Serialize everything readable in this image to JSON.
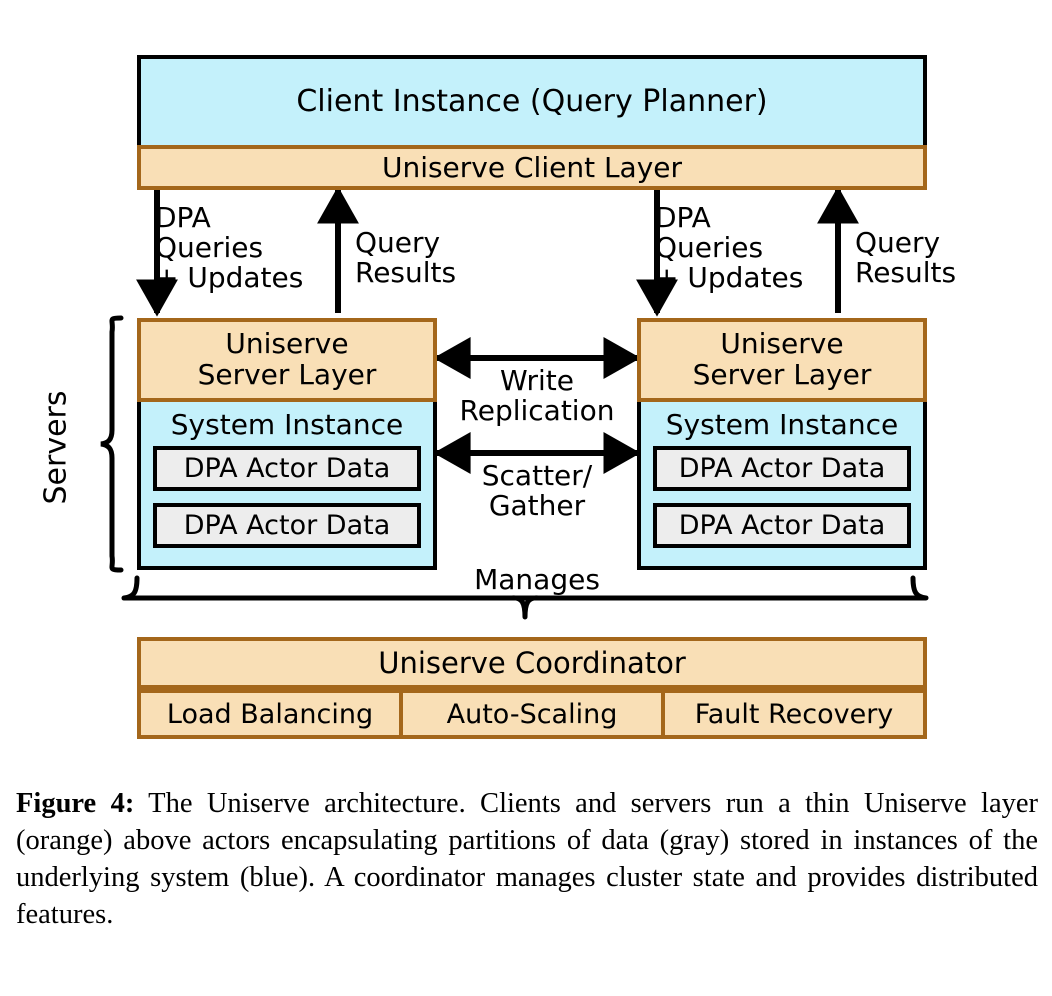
{
  "figure": {
    "caption_label": "Figure 4:",
    "caption_text": " The Uniserve architecture. Clients and servers run a thin Uniserve layer (orange) above actors encapsulating partitions of data (gray) stored in instances of the underlying system (blue). A coordinator manages cluster state and provides distributed features."
  },
  "colors": {
    "blue_fill": "#c4f1fb",
    "orange_fill": "#f9dfb6",
    "orange_border": "#a4671b",
    "gray_fill": "#ededed",
    "black": "#000000"
  },
  "client": {
    "instance_label": "Client Instance (Query Planner)",
    "layer_label": "Uniserve Client Layer"
  },
  "flows": {
    "left": {
      "down_label": "DPA\nQueries\n+ Updates",
      "up_label": "Query\nResults"
    },
    "right": {
      "down_label": "DPA\nQueries\n+ Updates",
      "up_label": "Query\nResults"
    },
    "between_servers": {
      "top_label": "Write\nReplication",
      "bottom_label": "Scatter/\nGather"
    },
    "coordinator_label": "Manages"
  },
  "servers_bracket_label": "Servers",
  "servers": [
    {
      "server_layer_label": "Uniserve\nServer Layer",
      "system_instance_label": "System Instance",
      "actors": [
        "DPA Actor Data",
        "DPA Actor Data"
      ]
    },
    {
      "server_layer_label": "Uniserve\nServer Layer",
      "system_instance_label": "System Instance",
      "actors": [
        "DPA Actor Data",
        "DPA Actor Data"
      ]
    }
  ],
  "coordinator": {
    "title": "Uniserve Coordinator",
    "features": [
      "Load Balancing",
      "Auto-Scaling",
      "Fault Recovery"
    ]
  }
}
